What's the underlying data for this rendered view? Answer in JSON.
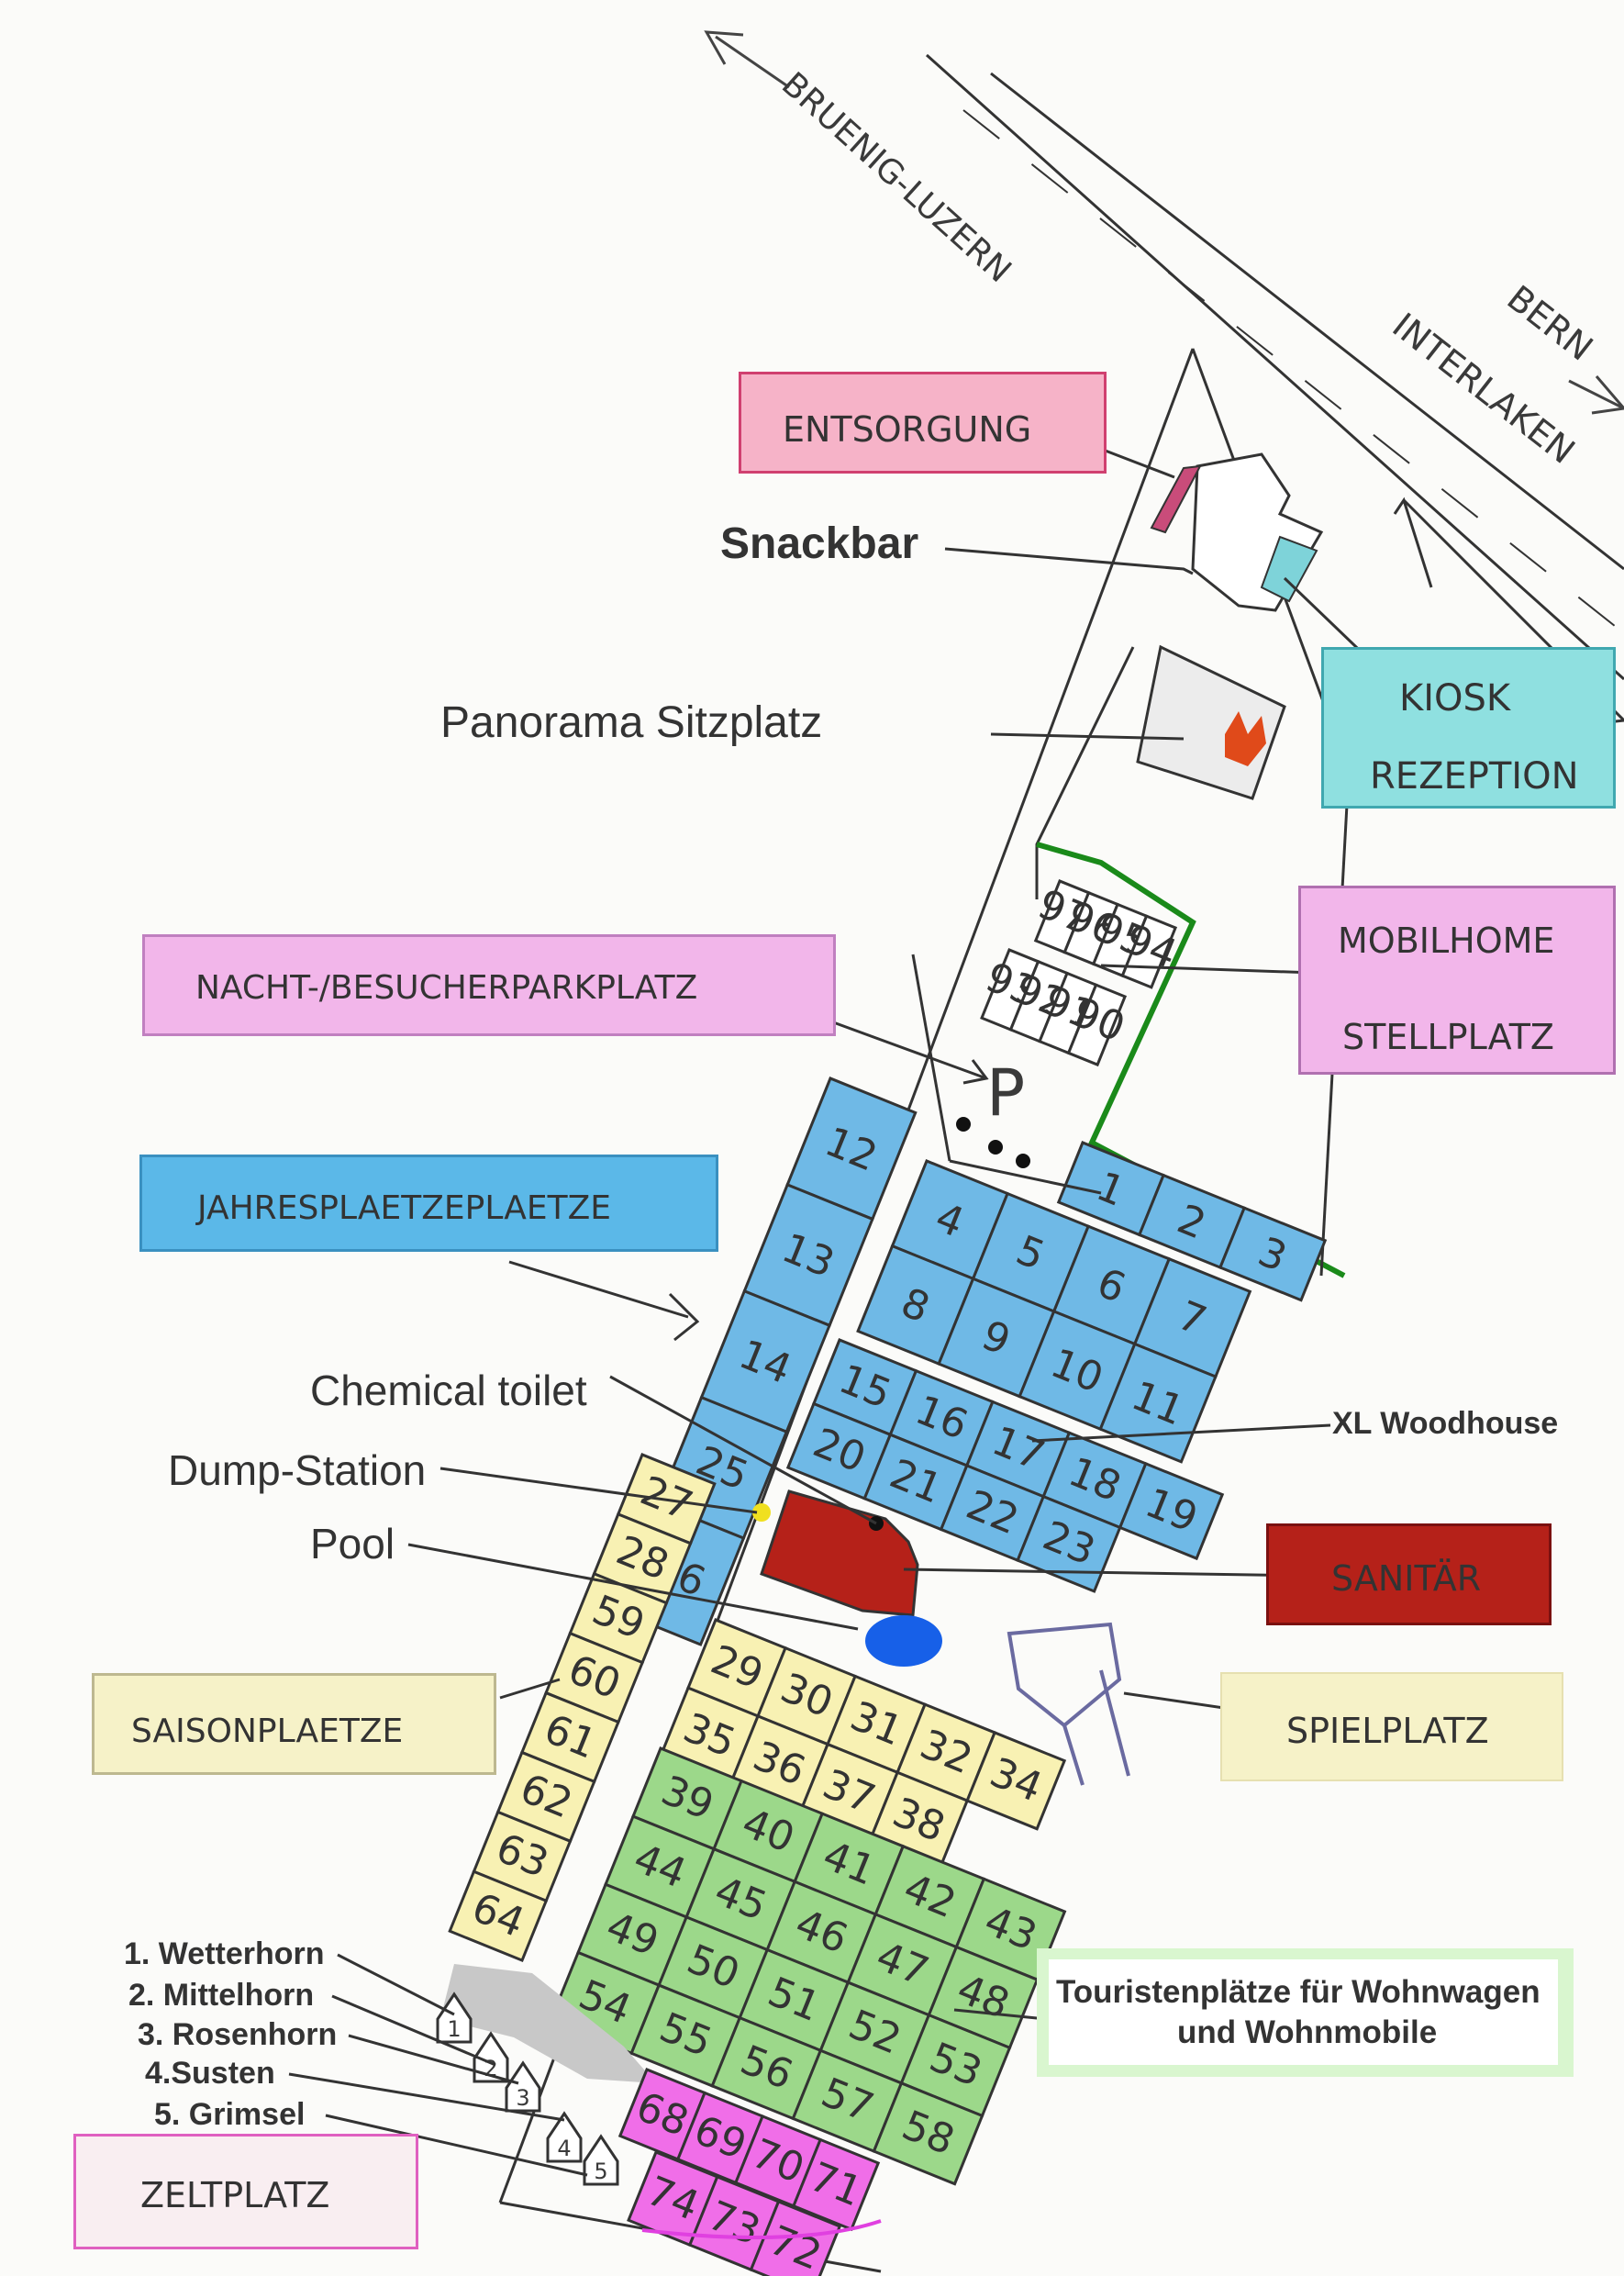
{
  "roads": {
    "top_left": "BRUENIG-LUZERN",
    "top_right_1": "BERN",
    "top_right_2": "INTERLAKEN"
  },
  "labels": {
    "entsorgung": "ENTSORGUNG",
    "snackbar": "Snackbar",
    "panorama": "Panorama Sitzplatz",
    "kiosk": "KIOSK",
    "rezeption": "REZEPTION",
    "mobilhome": "MOBILHOME",
    "stellplatz": "STELLPLATZ",
    "parkplatz": "NACHT-/BESUCHERPARKPLATZ",
    "jahres": "JAHRESPLAETZEPLAETZE",
    "chemical": "Chemical toilet",
    "dump": "Dump-Station",
    "pool": "Pool",
    "xl": "XL Woodhouse",
    "sanitaer": "SANITÄR",
    "spielplatz": "SPIELPLATZ",
    "saison": "SAISONPLAETZE",
    "touristen_1": "Touristenplätze für Wohnwagen",
    "touristen_2": "und Wohnmobile",
    "zeltplatz": "ZELTPLATZ",
    "parking_symbol": "P"
  },
  "huts": [
    {
      "num": "1",
      "name": "1. Wetterhorn"
    },
    {
      "num": "2",
      "name": "2. Mittelhorn"
    },
    {
      "num": "3",
      "name": "3. Rosenhorn"
    },
    {
      "num": "4",
      "name": "4.Susten"
    },
    {
      "num": "5",
      "name": "5. Grimsel"
    }
  ],
  "pitches": {
    "jahres_strip": [
      "12",
      "13",
      "14",
      "25",
      "26"
    ],
    "jahres_block_a": [
      "1",
      "2",
      "3"
    ],
    "jahres_block_b": [
      "4",
      "5",
      "6",
      "7",
      "8",
      "9",
      "10",
      "11"
    ],
    "jahres_block_c": [
      "15",
      "16",
      "17",
      "18",
      "19",
      "20",
      "21",
      "22",
      "23"
    ],
    "mobilhome": [
      "97",
      "96",
      "95",
      "94",
      "93",
      "92",
      "91",
      "90"
    ],
    "saison_strip": [
      "27",
      "28",
      "59",
      "60",
      "61",
      "62",
      "63",
      "64"
    ],
    "saison_block": [
      "29",
      "30",
      "31",
      "32",
      "34",
      "35",
      "36",
      "37",
      "38"
    ],
    "touristen": [
      "39",
      "40",
      "41",
      "42",
      "43",
      "44",
      "45",
      "46",
      "47",
      "48",
      "49",
      "50",
      "51",
      "52",
      "53",
      "54",
      "55",
      "56",
      "57",
      "58"
    ],
    "zelt": [
      "68",
      "69",
      "70",
      "71",
      "74",
      "73",
      "72"
    ]
  },
  "colors": {
    "jahres": "#6fb9e6",
    "saison": "#f8f1b3",
    "touristen": "#9cd88a",
    "zelt": "#f06ee8",
    "sanitaer": "#b52119",
    "pool": "#1760e8",
    "mobil_border": "#1a8a1a",
    "label_pink": "#f6b3c8",
    "label_magenta": "#f2b6ea",
    "label_blue": "#5bb8e8",
    "label_teal": "#8fe0e0",
    "label_yellow": "#f6f2c8",
    "label_green": "#d9f6cf",
    "label_zelt": "#f9eef1"
  }
}
